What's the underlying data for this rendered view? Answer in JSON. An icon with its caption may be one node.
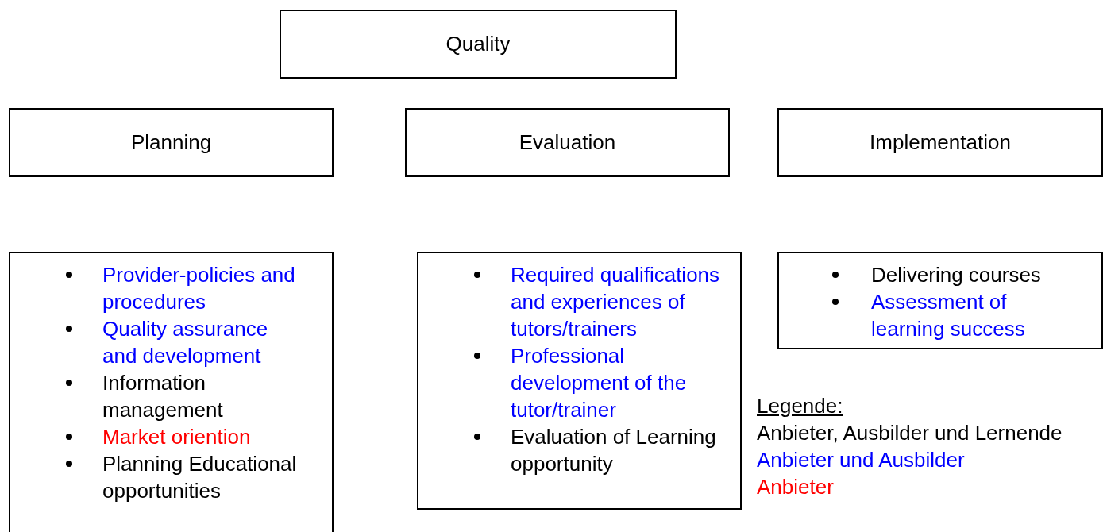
{
  "diagram": {
    "nodes": [
      {
        "text": [
          "Quality"
        ]
      },
      {
        "text": [
          "Planning"
        ]
      },
      {
        "text": [
          "Evaluation"
        ]
      },
      {
        "text": [
          "Implementation"
        ]
      },
      {
        "text": [
          "Provider-policies and procedures",
          "Quality assurance and development",
          "Information management",
          "Market oriention",
          "Planning Educational opportunities"
        ]
      },
      {
        "text": [
          "Required qualifications and experiences of tutors/trainers",
          "Professional development of the tutor/trainer",
          "Evaluation of Learning opportunity"
        ]
      },
      {
        "text": [
          "Delivering  courses",
          "Assessment of learning success"
        ]
      }
    ],
    "edges": [],
    "labels": [
      "Legende:"
    ],
    "legend": [
      {
        "text": "Anbieter, Ausbilder und Lernende",
        "color": "#000000"
      },
      {
        "text": "Anbieter und Ausbilder",
        "color": "#0000ff"
      },
      {
        "text": "Anbieter",
        "color": "#ff0000"
      }
    ]
  }
}
